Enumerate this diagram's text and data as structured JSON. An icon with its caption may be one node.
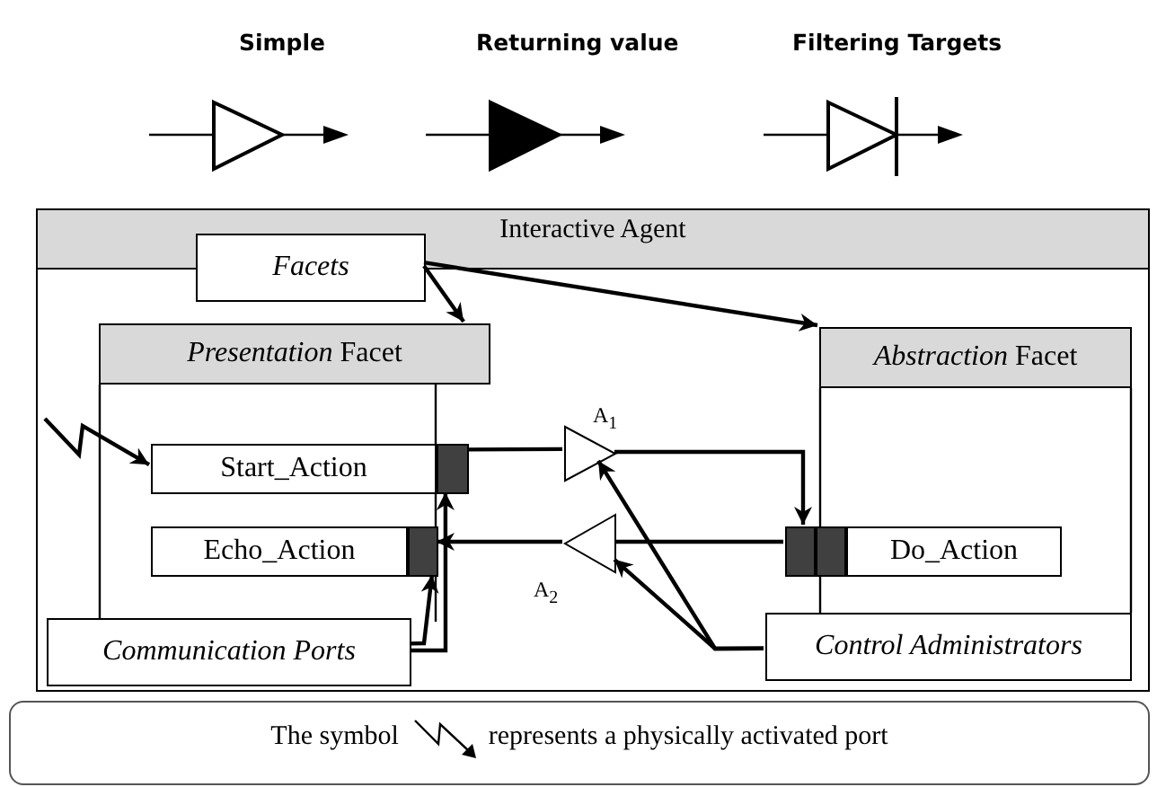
{
  "diagram": {
    "nodes": [
      {
        "text": [
          "Interactive Agent"
        ]
      },
      {
        "text": [
          "Facets"
        ],
        "in": 0
      },
      {
        "text": [
          "*Presentation* Facet"
        ],
        "in": 0
      },
      {
        "text": [
          "*Abstraction* Facet"
        ],
        "in": 0
      },
      {
        "text": [
          "Start_Action"
        ],
        "in": 2
      },
      {
        "text": [],
        "shape": "box",
        "in": 2
      },
      {
        "text": [
          "Echo_Action"
        ],
        "in": 2
      },
      {
        "text": [],
        "shape": "box",
        "in": 2
      },
      {
        "text": [],
        "shape": "triangle",
        "beside": [
          "A$_{1}$"
        ],
        "in": 0
      },
      {
        "text": [],
        "shape": "triangle",
        "beside": [
          "A$_{2}$"
        ],
        "in": 0
      },
      {
        "text": [
          "Do_Action"
        ],
        "in": 3
      },
      {
        "text": [],
        "shape": "box",
        "in": 0
      },
      {
        "text": [],
        "shape": "box",
        "in": 0
      },
      {
        "text": [
          "Communication Ports"
        ],
        "in": 0
      },
      {
        "text": [
          "Control Administrators"
        ],
        "in": 0
      },
      {
        "text": [
          "The symbol",
          "represents a physically activated port"
        ]
      }
    ],
    "edges": [
      {
        "from": 1,
        "to": 2,
        "arrow": "to"
      },
      {
        "from": 1,
        "to": 3,
        "arrow": "to"
      },
      {
        "from": 5,
        "to": 8,
        "arrow": "none"
      },
      {
        "from": 8,
        "to": 11,
        "arrow": "to"
      },
      {
        "from": 11,
        "to": 9,
        "arrow": "none"
      },
      {
        "from": 9,
        "to": 7,
        "arrow": "to"
      },
      {
        "from": 13,
        "to": 5,
        "arrow": "to"
      },
      {
        "from": 13,
        "to": 7,
        "arrow": "to"
      },
      {
        "from": 14,
        "to": 8,
        "arrow": "to"
      },
      {
        "from": 14,
        "to": 9,
        "arrow": "to"
      },
      {
        "from": null,
        "to": 4,
        "arrow": "to"
      }
    ],
    "legend": [
      {
        "text": "Simple"
      },
      {
        "text": "Returning value"
      },
      {
        "text": "Filtering Targets"
      }
    ]
  }
}
